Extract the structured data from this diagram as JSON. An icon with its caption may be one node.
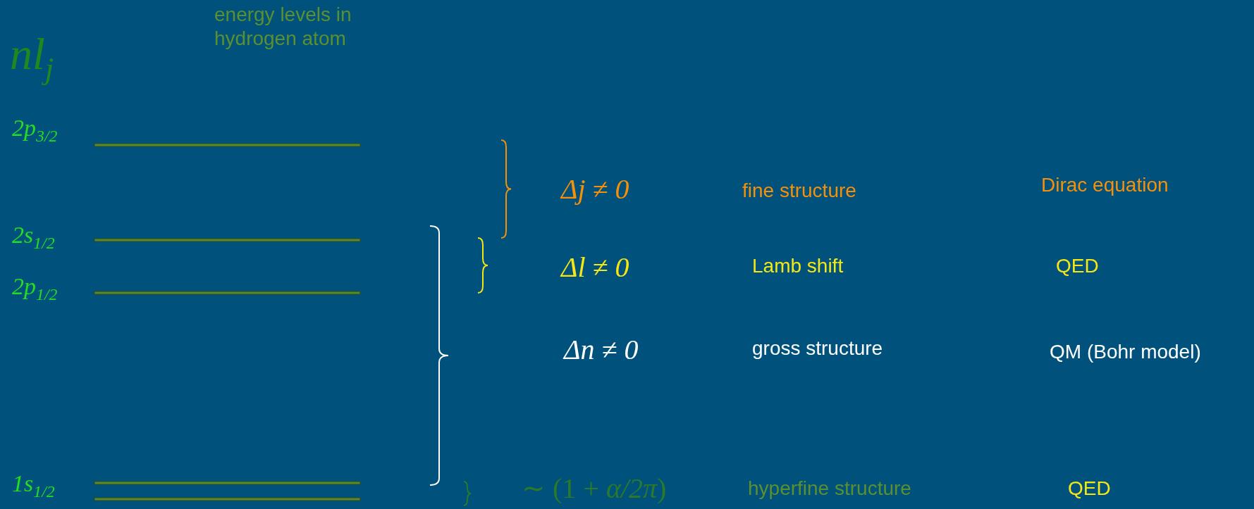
{
  "diagram": {
    "title": "energy levels in hydrogen atom",
    "labels": [
      "nl$_{j}$",
      "2p$_{3/2}$",
      "Δj ≠ 0",
      "fine structure",
      "Dirac equation",
      "2s$_{1/2}$",
      "Δl ≠ 0",
      "Lamb shift",
      "QED",
      "2p$_{1/2}$",
      "Δn ≠ 0",
      "gross structure",
      "QM (Bohr model)",
      "1s$_{1/2}$",
      "∼ (1 + *α/2π*)",
      "hyperfine structure",
      "QED"
    ]
  }
}
